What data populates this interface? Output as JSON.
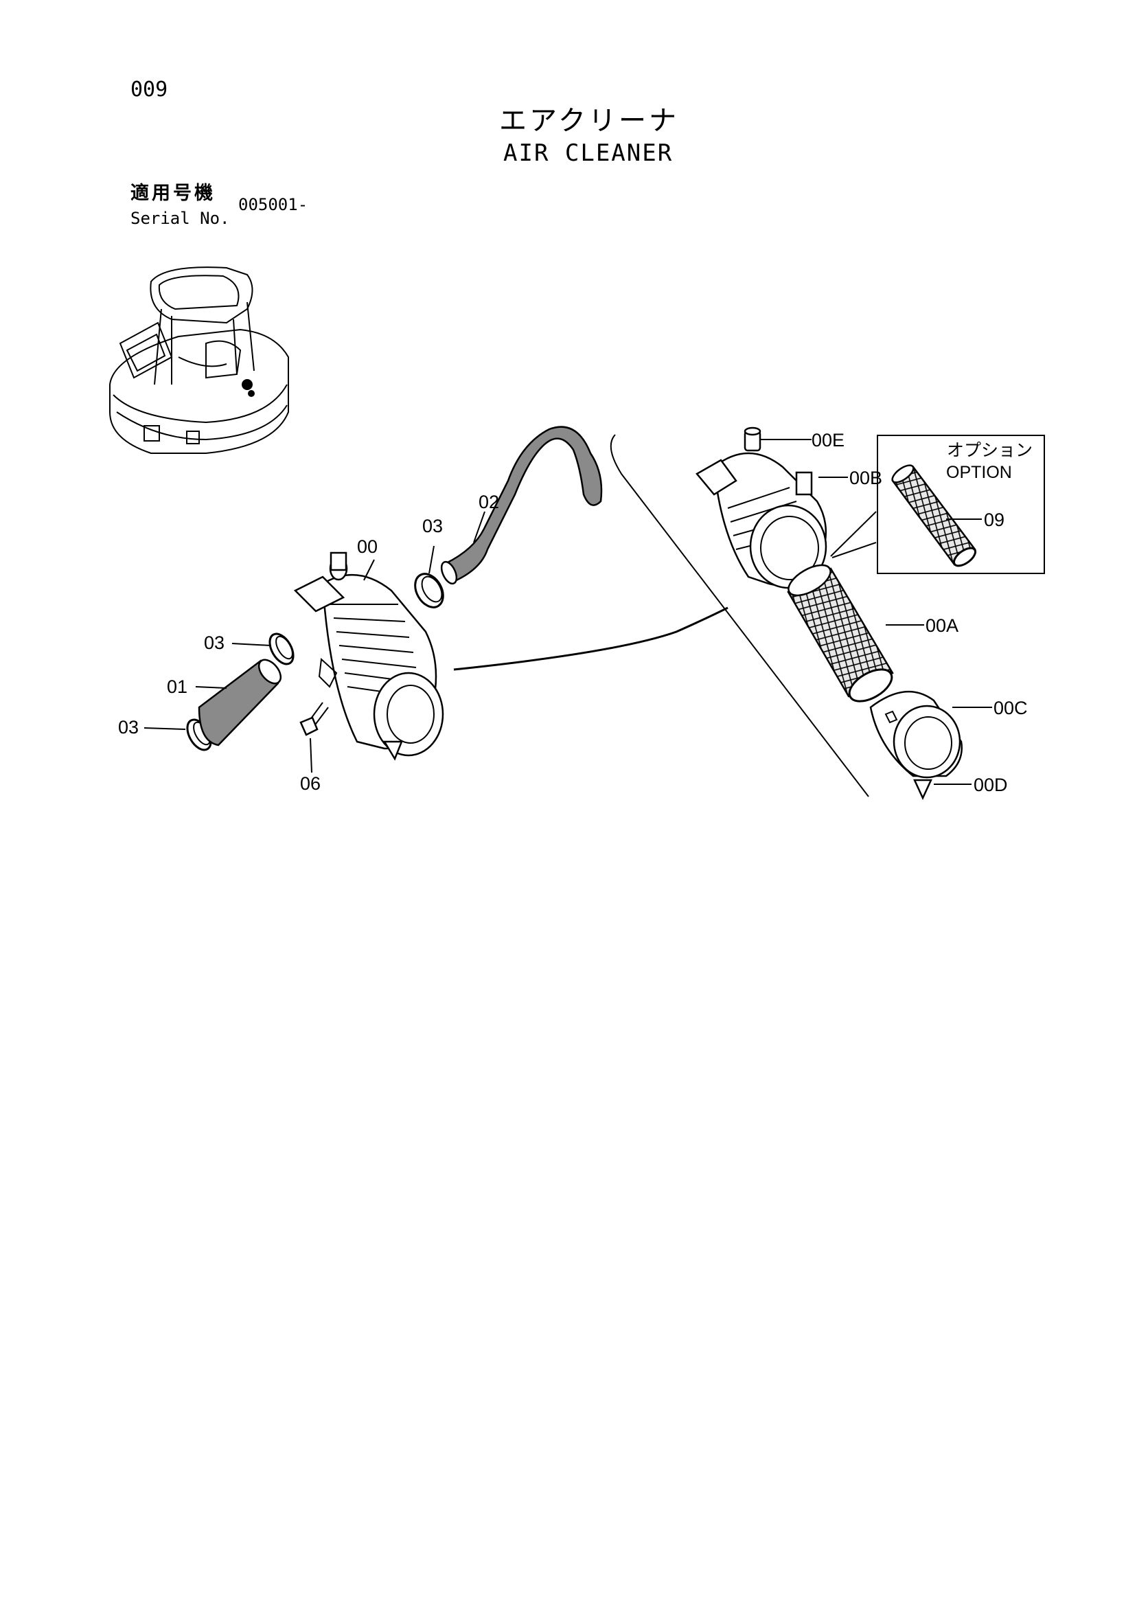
{
  "header": {
    "page_number": "009",
    "title_jp": "エアクリーナ",
    "title_en": "AIR CLEANER"
  },
  "serial": {
    "label_jp": "適用号機",
    "label_en": "Serial No.",
    "value": "005001-"
  },
  "option_box": {
    "label_jp": "オプション",
    "label_en": "OPTION"
  },
  "callouts": {
    "c00": "00",
    "c01": "01",
    "c02": "02",
    "c03_top": "03",
    "c03_mid": "03",
    "c03_low": "03",
    "c06": "06",
    "c00A": "00A",
    "c00B": "00B",
    "c00C": "00C",
    "c00D": "00D",
    "c00E": "00E",
    "c09": "09"
  }
}
